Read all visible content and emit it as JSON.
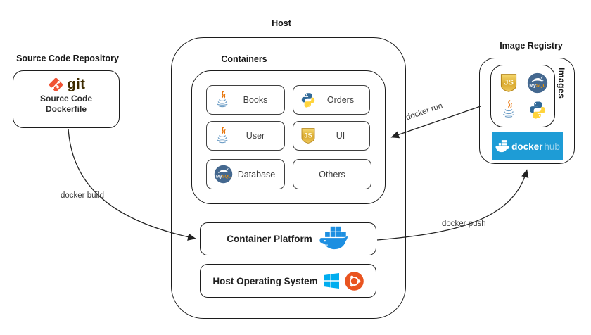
{
  "host": {
    "label": "Host"
  },
  "source_repo": {
    "title": "Source Code Repository",
    "git_wordmark": "git",
    "line1": "Source Code",
    "line2": "Dockerfile"
  },
  "containers": {
    "label": "Containers",
    "items": [
      {
        "label": "Books",
        "icon": "java-icon"
      },
      {
        "label": "Orders",
        "icon": "python-icon"
      },
      {
        "label": "User",
        "icon": "java-icon"
      },
      {
        "label": "UI",
        "icon": "js-icon"
      },
      {
        "label": "Database",
        "icon": "mysql-icon"
      },
      {
        "label": "Others",
        "icon": "none"
      }
    ]
  },
  "platform": {
    "label": "Container Platform",
    "icon": "docker-whale-icon"
  },
  "host_os": {
    "label": "Host Operating System",
    "icons": [
      "windows-icon",
      "ubuntu-icon"
    ]
  },
  "registry": {
    "title": "Image Registry",
    "images_label": "Images",
    "image_icons": [
      "js-icon",
      "mysql-icon",
      "java-icon",
      "python-icon"
    ],
    "dockerhub": {
      "brand": "docker",
      "suffix": "hub"
    }
  },
  "arrows": {
    "build": {
      "label": "docker build"
    },
    "run": {
      "label": "docker run"
    },
    "push": {
      "label": "docker push"
    }
  },
  "icon_text": {
    "js": "JS",
    "mysql_my": "My",
    "mysql_sql": "SQL"
  },
  "colors": {
    "git_orange": "#F05133",
    "java_steam_orange": "#E76F00",
    "java_cup_blue": "#6E9EC6",
    "python_blue": "#306998",
    "python_yellow": "#FFD43B",
    "js_gold": "#D9A92F",
    "mysql_blue": "#44688F",
    "mysql_sql_orange": "#E8920C",
    "docker_blue": "#1D8FE1",
    "dockerhub_bg": "#1E9CD6",
    "windows_blue": "#00ADEF",
    "ubuntu_orange": "#E95420",
    "line": "#222222"
  }
}
